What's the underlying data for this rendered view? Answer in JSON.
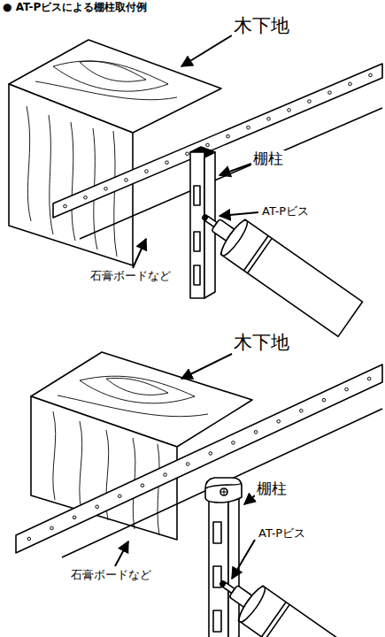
{
  "diagram": {
    "title": "● AT-Pビスによる棚柱取付例",
    "labels": [
      "木下地",
      "棚柱",
      "AT-Pビス",
      "石膏ボードなど",
      "木下地",
      "棚柱",
      "AT-Pビス",
      "石膏ボードなど"
    ]
  }
}
